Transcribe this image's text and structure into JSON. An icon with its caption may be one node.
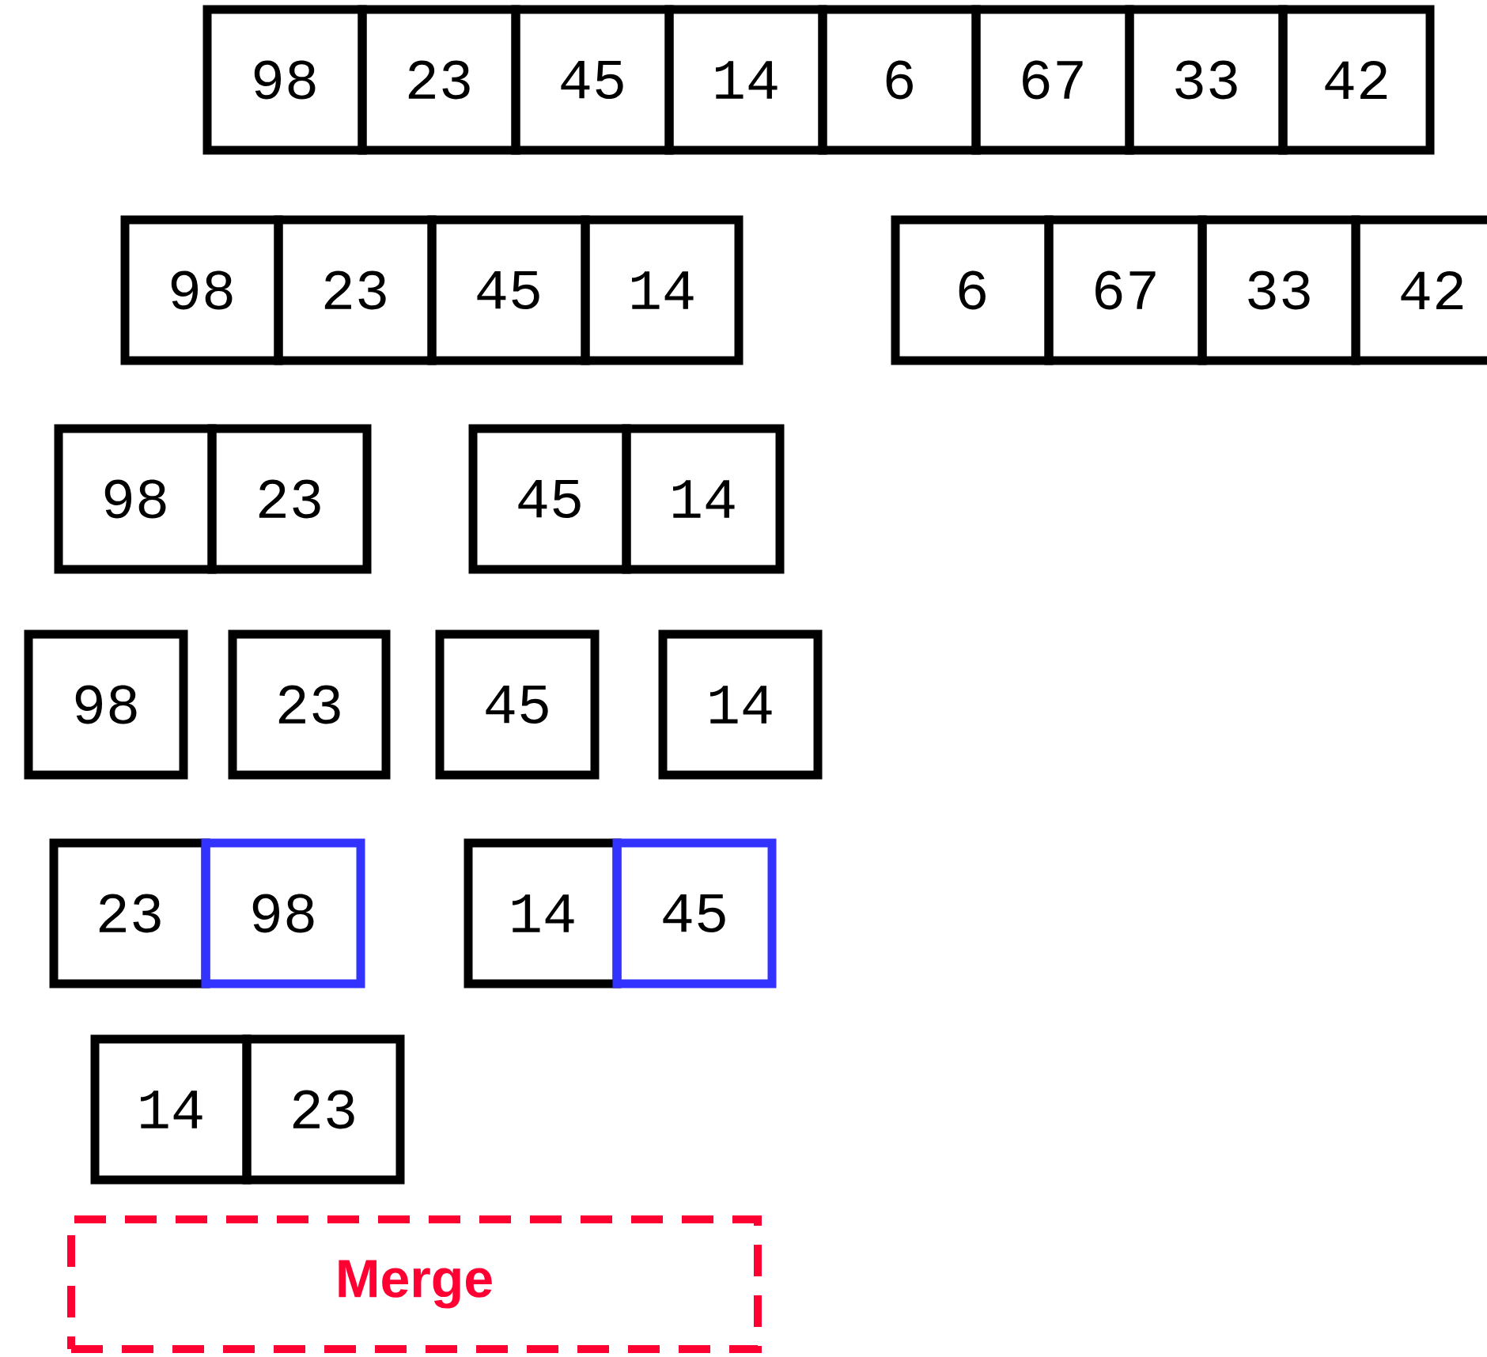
{
  "diagram": {
    "nodes": [
      {
        "text": [
          "98"
        ]
      },
      {
        "text": [
          "23"
        ]
      },
      {
        "text": [
          "45"
        ]
      },
      {
        "text": [
          "14"
        ]
      },
      {
        "text": [
          "6"
        ]
      },
      {
        "text": [
          "67"
        ]
      },
      {
        "text": [
          "33"
        ]
      },
      {
        "text": [
          "42"
        ]
      },
      {
        "text": [
          "98"
        ]
      },
      {
        "text": [
          "23"
        ]
      },
      {
        "text": [
          "45"
        ]
      },
      {
        "text": [
          "14"
        ]
      },
      {
        "text": [
          "6"
        ]
      },
      {
        "text": [
          "67"
        ]
      },
      {
        "text": [
          "33"
        ]
      },
      {
        "text": [
          "42"
        ]
      },
      {
        "text": [
          "98"
        ]
      },
      {
        "text": [
          "23"
        ]
      },
      {
        "text": [
          "45"
        ]
      },
      {
        "text": [
          "14"
        ]
      },
      {
        "text": [
          "98"
        ]
      },
      {
        "text": [
          "23"
        ]
      },
      {
        "text": [
          "45"
        ]
      },
      {
        "text": [
          "14"
        ]
      },
      {
        "text": [
          "23"
        ]
      },
      {
        "text": [
          "98"
        ]
      },
      {
        "text": [
          "14"
        ]
      },
      {
        "text": [
          "45"
        ]
      },
      {
        "text": [
          "14"
        ]
      },
      {
        "text": [
          "23"
        ]
      },
      {
        "text": [
          "Merge"
        ]
      }
    ]
  }
}
